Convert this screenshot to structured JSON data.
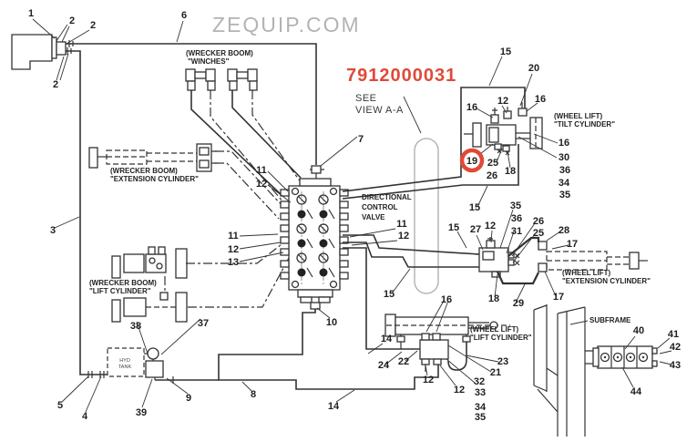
{
  "watermark": "ZEQUIP.COM",
  "part_number": "7912000031",
  "view_note": {
    "line1": "SEE",
    "line2": "VIEW A-A"
  },
  "labels": {
    "wrecker_winches": {
      "l1": "(WRECKER BOOM)",
      "l2": "\"WINCHES\""
    },
    "wrecker_extension": {
      "l1": "(WRECKER BOOM)",
      "l2": "\"EXTENSION CYLINDER\""
    },
    "wrecker_lift": {
      "l1": "(WRECKER BOOM)",
      "l2": "\"LIFT CYLINDER\""
    },
    "valve": {
      "l1": "DIRECTIONAL",
      "l2": "CONTROL",
      "l3": "VALVE"
    },
    "wheel_tilt": {
      "l1": "(WHEEL LIFT)",
      "l2": "\"TILT CYLINDER\""
    },
    "wheel_extension": {
      "l1": "(WHEEL LIFT)",
      "l2": "\"EXTENSION CYLINDER\""
    },
    "wheel_lift": {
      "l1": "(WHEEL LIFT)",
      "l2": "\"LIFT CYLINDER\""
    },
    "subframe": "SUBFRAME",
    "tank": {
      "l1": "HYD",
      "l2": "TANK"
    }
  },
  "highlight": {
    "circled_callout": "19"
  },
  "colors": {
    "accent_red": "#df4a38",
    "line": "#333333",
    "watermark_gray": "#b3b3b3"
  },
  "callouts": [
    "1",
    "2",
    "2",
    "2",
    "6",
    "3",
    "5",
    "4",
    "39",
    "9",
    "8",
    "38",
    "37",
    "7",
    "10",
    "11",
    "12",
    "11",
    "12",
    "13",
    "11",
    "12",
    "15",
    "20",
    "16",
    "12",
    "16",
    "16",
    "30",
    "36",
    "34",
    "35",
    "19",
    "25",
    "26",
    "18",
    "15",
    "35",
    "36",
    "31",
    "26",
    "25",
    "15",
    "27",
    "12",
    "28",
    "17",
    "18",
    "29",
    "17",
    "15",
    "16",
    "14",
    "24",
    "22",
    "12",
    "12",
    "23",
    "21",
    "32",
    "33",
    "34",
    "35",
    "14",
    "40",
    "41",
    "42",
    "43",
    "44"
  ]
}
